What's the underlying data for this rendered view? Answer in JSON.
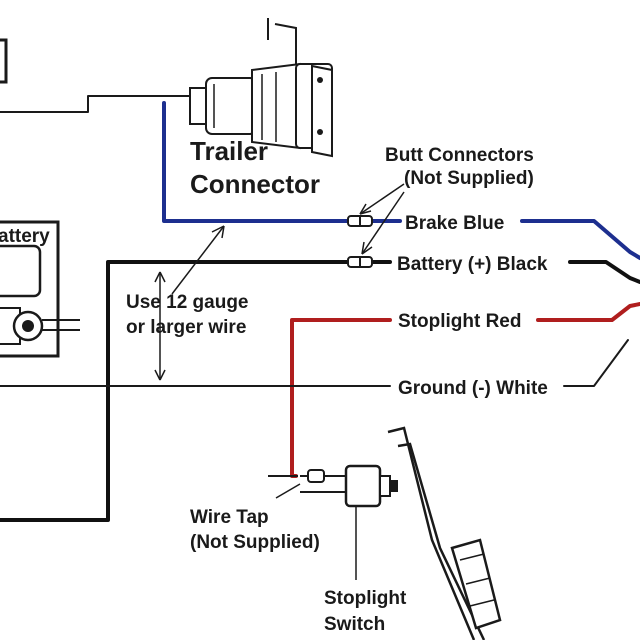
{
  "colors": {
    "brake_blue": "#1d2f8f",
    "stoplight_red": "#b01e1e",
    "black": "#111111",
    "outline": "#1a1a1a"
  },
  "labels": {
    "trailer_connector_line1": "Trailer",
    "trailer_connector_line2": "Connector",
    "butt_connectors_line1": "Butt Connectors",
    "butt_connectors_line2": "(Not Supplied)",
    "brake_blue": "Brake Blue",
    "battery_black": "Battery (+) Black",
    "stoplight_red": "Stoplight Red",
    "ground_white": "Ground (-) White",
    "gauge_line1": "Use 12 gauge",
    "gauge_line2": "or larger wire",
    "battery": "attery",
    "wire_tap_line1": "Wire Tap",
    "wire_tap_line2": "(Not Supplied)",
    "stoplight_switch_line1": "Stoplight",
    "stoplight_switch_line2": "Switch"
  }
}
